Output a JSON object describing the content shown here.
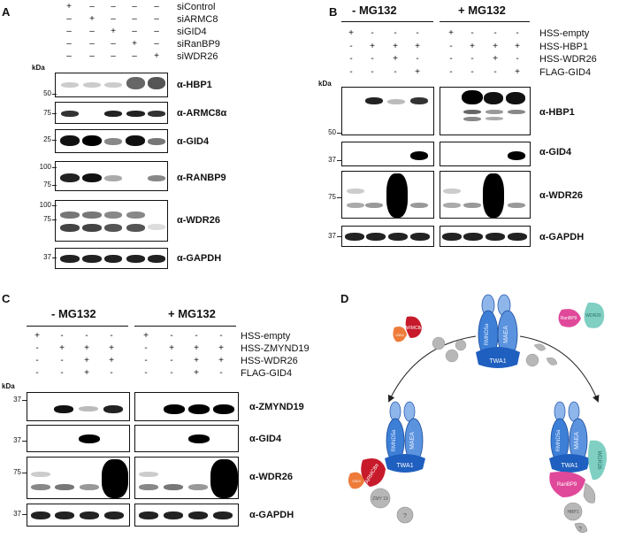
{
  "panels": {
    "A": "A",
    "B": "B",
    "C": "C",
    "D": "D"
  },
  "kda": "kDa",
  "panelA": {
    "conditions": [
      "siControl",
      "siARMC8",
      "siGID4",
      "siRanBP9",
      "siWDR26"
    ],
    "signs": [
      [
        "+",
        "–",
        "–",
        "–",
        "–"
      ],
      [
        "–",
        "+",
        "–",
        "–",
        "–"
      ],
      [
        "–",
        "–",
        "+",
        "–",
        "–"
      ],
      [
        "–",
        "–",
        "–",
        "+",
        "–"
      ],
      [
        "–",
        "–",
        "–",
        "–",
        "+"
      ]
    ],
    "antibodies": [
      "α-HBP1",
      "α-ARMC8α",
      "α-GID4",
      "α-RANBP9",
      "α-WDR26",
      "α-GAPDH"
    ],
    "mw": [
      "50",
      "75",
      "25",
      "100",
      "75",
      "100",
      "75",
      "37"
    ]
  },
  "panelB": {
    "minus": "- MG132",
    "plus": "+ MG132",
    "conditions": [
      "HSS-empty",
      "HSS-HBP1",
      "HSS-WDR26",
      "FLAG-GID4"
    ],
    "signs": [
      [
        "+",
        "-",
        "-",
        "-"
      ],
      [
        "-",
        "+",
        "+",
        "+"
      ],
      [
        "-",
        "-",
        "+",
        "-"
      ],
      [
        "-",
        "-",
        "-",
        "+"
      ]
    ],
    "antibodies": [
      "α-HBP1",
      "α-GID4",
      "α-WDR26",
      "α-GAPDH"
    ],
    "mw": [
      "50",
      "37",
      "75",
      "37"
    ]
  },
  "panelC": {
    "minus": "- MG132",
    "plus": "+ MG132",
    "conditions": [
      "HSS-empty",
      "HSS-ZMYND19",
      "HSS-WDR26",
      "FLAG-GID4"
    ],
    "signs": [
      [
        "+",
        "-",
        "-",
        "-"
      ],
      [
        "-",
        "+",
        "+",
        "+"
      ],
      [
        "-",
        "-",
        "+",
        "+"
      ],
      [
        "-",
        "-",
        "+",
        "-"
      ]
    ],
    "antibodies": [
      "α-ZMYND19",
      "α-GID4",
      "α-WDR26",
      "α-GAPDH"
    ],
    "mw": [
      "37",
      "37",
      "75",
      "37"
    ]
  },
  "panelD": {
    "top": {
      "rmnd5a": "RMND5a",
      "maea": "MAEA",
      "twa1": "TWA1",
      "ranbp9": "RanBP9",
      "wdr26": "WDR26",
      "armc8": "ARMC8α",
      "gid4": "GID4"
    },
    "left": {
      "rmnd5a": "RMND5a",
      "maea": "MAEA",
      "twa1": "TWA1",
      "armc8": "ARMC8α",
      "gid4": "GID4",
      "zmy": "ZMY 19",
      "q": "?"
    },
    "right": {
      "rmnd5a": "RMND5a",
      "maea": "MAEA",
      "twa1": "TWA1",
      "wdr26": "WDR26",
      "ranbp9": "RanBP9",
      "hbp1": "HBP1",
      "q": "?"
    },
    "colors": {
      "blue": "#3d7fd6",
      "lightblue": "#8fb6ea",
      "teal": "#7fcfc3",
      "pink": "#e0489a",
      "red": "#c71a2b",
      "orange": "#ee7b3a",
      "gray": "#b7b7b7"
    }
  }
}
